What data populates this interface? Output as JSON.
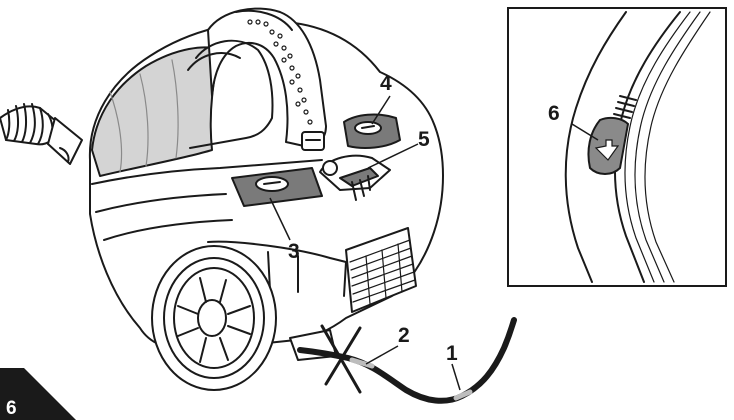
{
  "figure": {
    "number": "6",
    "callouts": {
      "c1": "1",
      "c2": "2",
      "c3": "3",
      "c4": "4",
      "c5": "5",
      "c6": "6"
    }
  },
  "colors": {
    "line": "#1a1a1a",
    "button_gray": "#7a7a7a",
    "body_shade": "#d4d4d4",
    "badge": "#1a1a1a"
  },
  "icons": [
    "vacuum-cleaner-illustration",
    "power-cord-icon",
    "crossed-out-mark-icon",
    "hose-handle-detail-icon",
    "down-arrow-icon"
  ]
}
